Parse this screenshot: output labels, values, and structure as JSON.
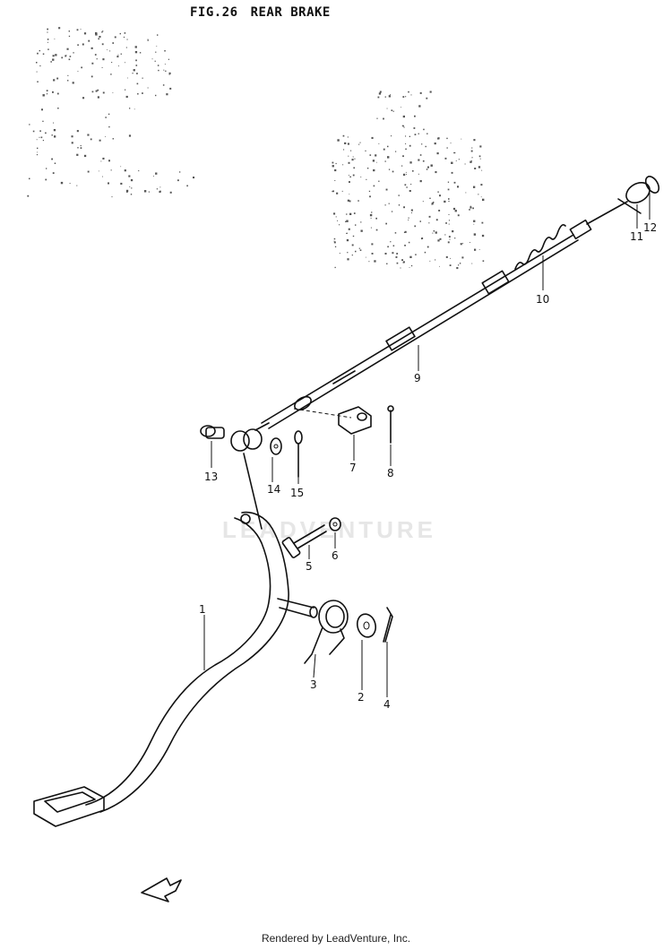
{
  "figure": {
    "fig_label": "FIG.26",
    "title": "REAR BRAKE"
  },
  "watermark": "LEADVENTURE",
  "footer": "Rendered by LeadVenture, Inc.",
  "parts": [
    {
      "id": "pedal",
      "callout": "1"
    },
    {
      "id": "washer",
      "callout": "2"
    },
    {
      "id": "spring",
      "callout": "3"
    },
    {
      "id": "cotter-pin-lower",
      "callout": "4"
    },
    {
      "id": "bolt",
      "callout": "5"
    },
    {
      "id": "nut",
      "callout": "6"
    },
    {
      "id": "joint",
      "callout": "7"
    },
    {
      "id": "cotter-pin-upper",
      "callout": "8"
    },
    {
      "id": "cable",
      "callout": "9"
    },
    {
      "id": "cable-spring",
      "callout": "10"
    },
    {
      "id": "adjuster-nut",
      "callout": "11"
    },
    {
      "id": "adjuster-end",
      "callout": "12"
    },
    {
      "id": "clevis-pin",
      "callout": "13"
    },
    {
      "id": "clevis-washer",
      "callout": "14"
    },
    {
      "id": "clevis-cotter-pin",
      "callout": "15"
    }
  ]
}
